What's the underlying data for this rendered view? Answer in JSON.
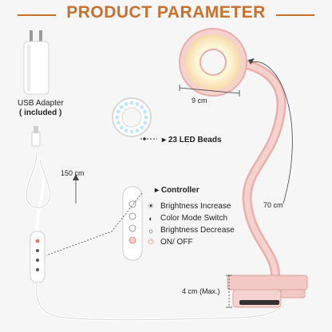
{
  "header": {
    "title": "PRODUCT PARAMETER"
  },
  "labels": {
    "usb_adapter_line1": "USB Adapter",
    "usb_adapter_line2": "( included )",
    "ring_width": "9 cm",
    "led_beads": "23 LED Beads",
    "cable_length": "150 cm",
    "gooseneck_length": "70 cm",
    "clamp_opening": "4 cm (Max.)",
    "controller": "Controller"
  },
  "controller_items": [
    {
      "label": "Brightness Increase",
      "icon": "sun-plus-icon"
    },
    {
      "label": "Color Mode Switch",
      "icon": "mode-switch-icon"
    },
    {
      "label": "Brightness Decrease",
      "icon": "sun-minus-icon"
    },
    {
      "label": "ON/ OFF",
      "icon": "power-icon"
    }
  ],
  "colors": {
    "accent": "#c8702e",
    "lamp_pink": "#f3c9c6",
    "lamp_pink_dark": "#e0a7a3",
    "light_glow": "#fff2cc"
  }
}
